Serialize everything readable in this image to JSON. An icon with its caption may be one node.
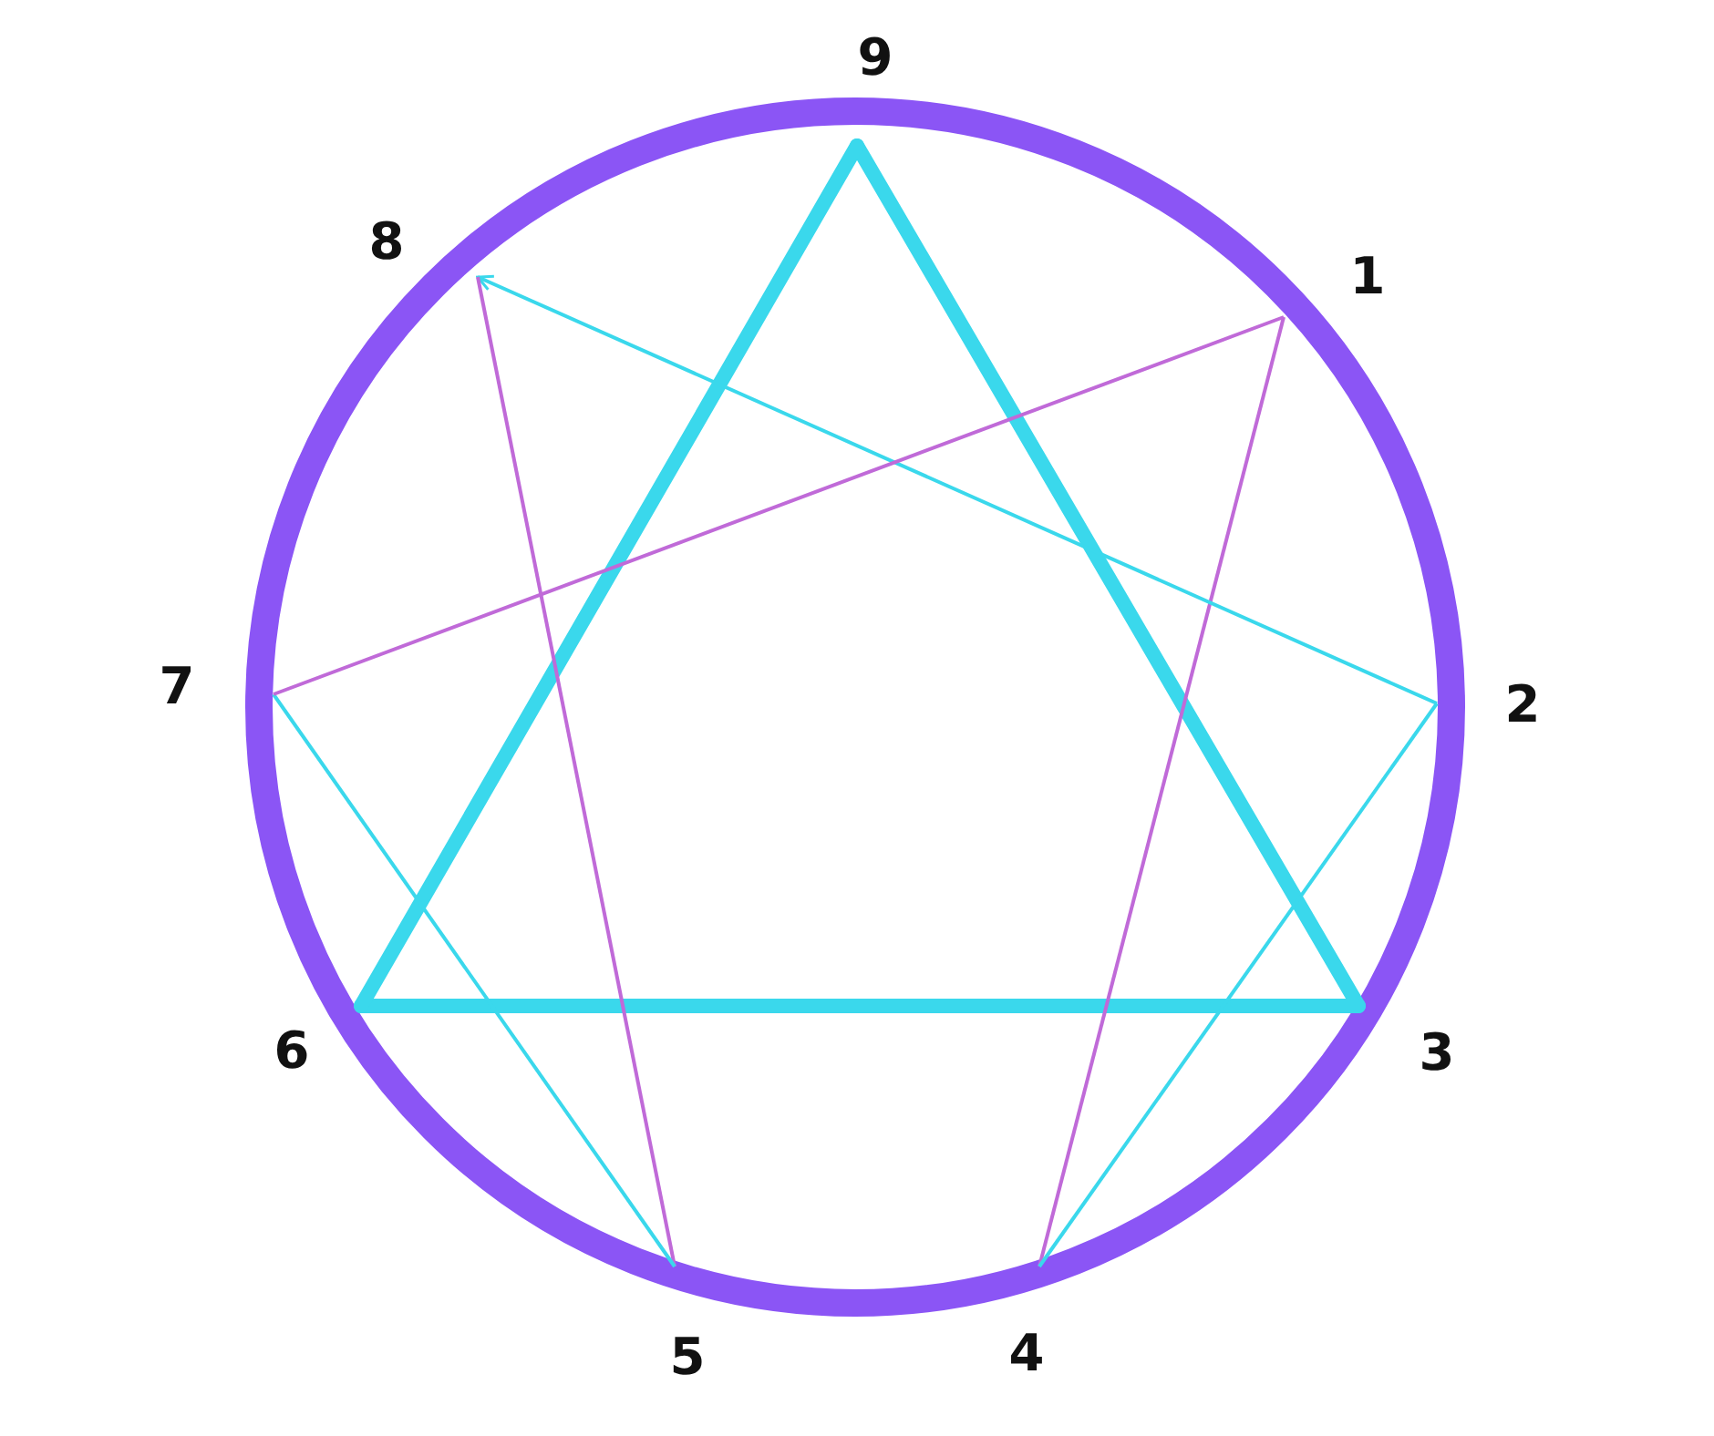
{
  "diagram": {
    "nodes": [
      {
        "text": [
          "9"
        ]
      },
      {
        "text": [
          "8"
        ]
      },
      {
        "text": [
          "1"
        ]
      },
      {
        "text": [
          "7"
        ]
      },
      {
        "text": [
          "2"
        ]
      },
      {
        "text": [
          "6"
        ]
      },
      {
        "text": [
          "3"
        ]
      },
      {
        "text": [
          "5"
        ]
      },
      {
        "text": [
          "4"
        ]
      }
    ],
    "edges": [
      {
        "from": 0,
        "to": 6,
        "arrow": "none",
        "style": "thick"
      },
      {
        "from": 6,
        "to": 5,
        "arrow": "none",
        "style": "thick"
      },
      {
        "from": 5,
        "to": 0,
        "arrow": "none",
        "style": "thick"
      },
      {
        "from": 2,
        "to": 8,
        "arrow": "none",
        "color": "#c06ad8"
      },
      {
        "from": 8,
        "to": 4,
        "arrow": "none"
      },
      {
        "from": 4,
        "to": 1,
        "arrow": "to"
      },
      {
        "from": 1,
        "to": 7,
        "arrow": "none",
        "color": "#c06ad8"
      },
      {
        "from": 7,
        "to": 3,
        "arrow": "none"
      },
      {
        "from": 3,
        "to": 2,
        "arrow": "none",
        "color": "#c06ad8"
      }
    ]
  }
}
